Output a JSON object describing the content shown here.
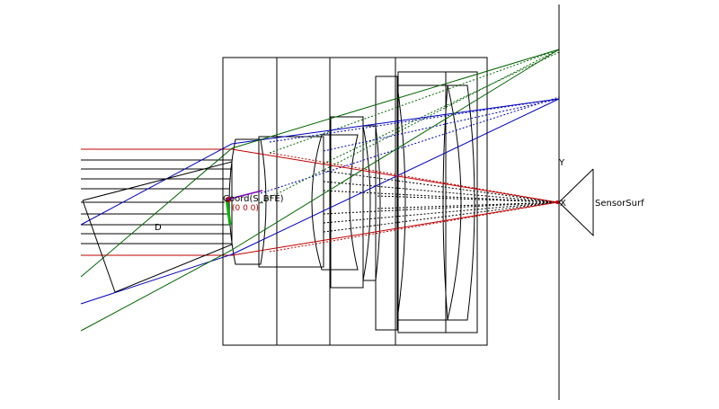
{
  "labels": {
    "coordinate_label": "Coord(S_BFE)",
    "axis_y": "Y",
    "axis_x": "X",
    "sensor_label": "SensorSurf",
    "field_label": "D"
  },
  "colors": {
    "background": "#ffffff",
    "structure": "#000000",
    "ray_red": "#c00000",
    "ray_green": "#006400",
    "ray_blue": "#0000c0",
    "ray_black": "#000000",
    "marker_green": "#00b000",
    "marker_purple": "#8000c0"
  },
  "icons": {
    "triad": "xyz-axis-triad-icon",
    "sensor": "sensor-cone-icon"
  }
}
